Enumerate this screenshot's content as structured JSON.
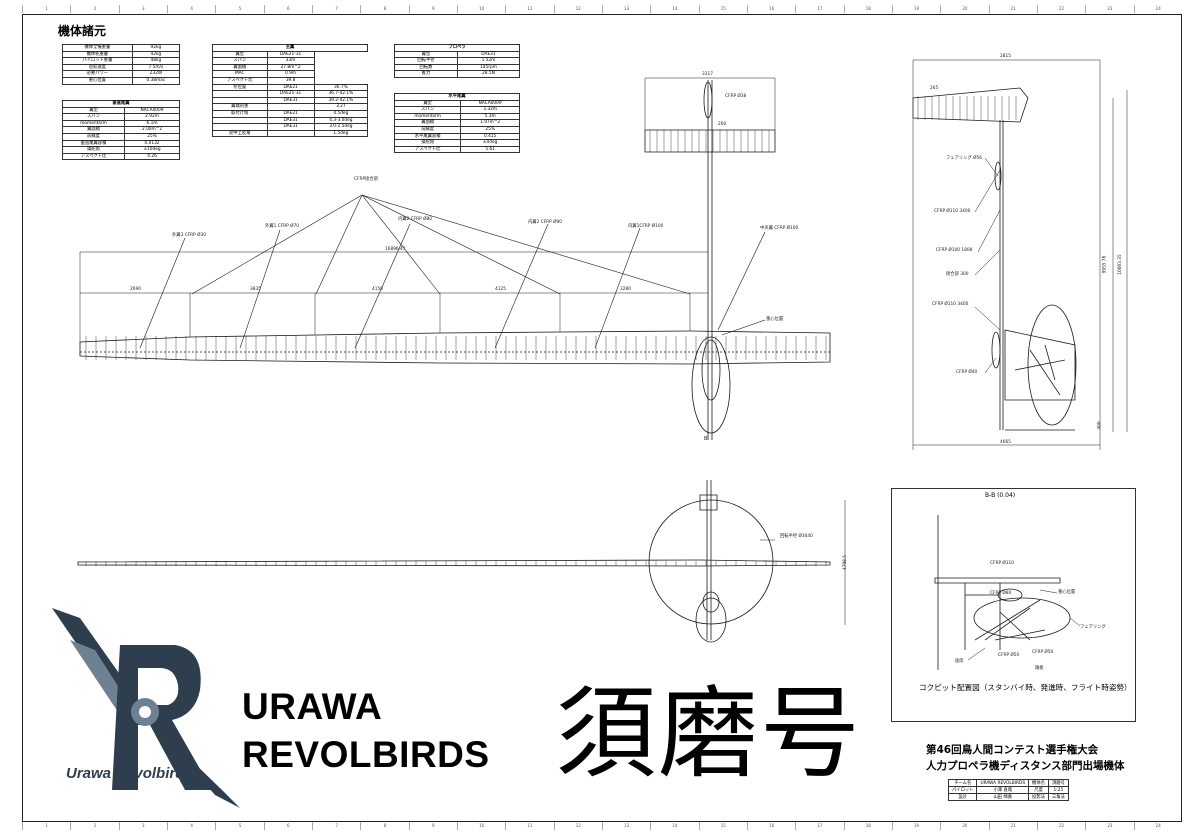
{
  "specs_title": "機体諸元",
  "table_aircraft": [
    [
      "機体全備重量",
      "92kg"
    ],
    [
      "機体乾重量",
      "42kg"
    ],
    [
      "パイロット重量",
      "48kg"
    ],
    [
      "巡航速度",
      "7.5m/s"
    ],
    [
      "必要パワー",
      "232W"
    ],
    [
      "重心位置",
      "0.38mac"
    ]
  ],
  "table_vtail": {
    "header": "垂直尾翼",
    "rows": [
      [
        "翼型",
        "NACA0009"
      ],
      [
        "スパン",
        "2.92m"
      ],
      [
        "momentarm",
        "6.1m"
      ],
      [
        "翼面積",
        "2.00m^2"
      ],
      [
        "前縁度",
        "25%"
      ],
      [
        "垂直尾翼容積",
        "0.0132"
      ],
      [
        "操舵角",
        "±10deg"
      ],
      [
        "アスペクト比",
        "4.26"
      ]
    ]
  },
  "table_mainwing": {
    "header": "主翼",
    "rows": [
      [
        "翼型",
        "DAE21-31"
      ],
      [
        "スパン",
        "33m"
      ],
      [
        "翼面積",
        "27.8m^2"
      ],
      [
        "MAC",
        "0.9m"
      ],
      [
        "アスペクト比",
        "39.8"
      ],
      [
        "桁位置",
        "DAE21",
        "36.7%"
      ],
      [
        "",
        "DAE21-31",
        "36.7-42.1%"
      ],
      [
        "",
        "DAE31",
        "39.2-42.1%"
      ],
      [
        "翼端荷重",
        "",
        "3.27"
      ],
      [
        "取付け角",
        "DAE21",
        "4.5deg"
      ],
      [
        "",
        "DAE31",
        "4.3-3.0deg"
      ],
      [
        "",
        "DAE31",
        "3.0-2.5deg"
      ],
      [
        "迎中上反角",
        "",
        "1.5deg"
      ]
    ]
  },
  "table_propeller": {
    "header": "プロペラ",
    "rows": [
      [
        "翼型",
        "DAE31"
      ],
      [
        "回転半径",
        "1.52m"
      ],
      [
        "回転数",
        "145rpm"
      ],
      [
        "推力",
        "28.5N"
      ]
    ]
  },
  "table_htail": {
    "header": "水平尾翼",
    "rows": [
      [
        "翼型",
        "NACA0009"
      ],
      [
        "スパン",
        "3.32m"
      ],
      [
        "momentarm",
        "5.3m"
      ],
      [
        "翼面積",
        "1.97m^2"
      ],
      [
        "前縁度",
        "25%"
      ],
      [
        "水平尾翼容積",
        "0.415"
      ],
      [
        "操舵角",
        "±0deg"
      ],
      [
        "アスペクト比",
        "5.61"
      ]
    ]
  },
  "drawing_labels": {
    "cfrp_joint": "CFRP接合部",
    "outer3": "外翼3 CFRP Ø30",
    "outer1": "外翼1 CFRP Ø70",
    "inner2": "内翼2 CFRP Ø80",
    "inner2b": "内翼2 CFRP Ø90",
    "inner1": "内翼1CFRP Ø100",
    "center": "中央翼 CFRP Ø100",
    "cg": "重心位置",
    "span_total": "16896.47",
    "seg1": "2690",
    "seg2": "3835",
    "seg3": "4150",
    "seg4": "4125",
    "seg5": "3280",
    "tail_span": "3317",
    "tail_dim": "260",
    "prop_label": "CFRP Ø38",
    "section_b": "B",
    "prop_circle": "回転半径 Ø3040",
    "height_dim": "4798.5",
    "side_top_dim": "2815",
    "side_small": "265",
    "fairing": "フェアリング Ø56",
    "side_cfrp1": "CFRP Ø110 3400",
    "side_cfrp2": "CFRP Ø100 1808",
    "side_joint": "接合部 300",
    "side_cfrp3": "CFRP Ø110 3400",
    "side_cfrp4": "CFRP Ø40",
    "side_height1": "9955.76",
    "side_height2": "10003.35",
    "side_bottom": "4665",
    "side_small2": "400"
  },
  "cockpit": {
    "section_title": "B-B (0.04)",
    "caption": "コクピット配置図（スタンバイ時、発進時、フライト時姿勢）",
    "cfrp_top": "CFRP Ø110",
    "cfrp_mid": "CFRP Ø80",
    "cg": "重心位置",
    "fairing": "フェアリング",
    "seat": "座席",
    "cfrp_low1": "CFRP Ø50",
    "cfrp_low2": "CFRP Ø50",
    "pedal": "踏板"
  },
  "brand": {
    "line1": "URAWA",
    "line2": "REVOLBIRDS",
    "kanji": "須磨号",
    "logo_text": "Urawa Revolbirds",
    "logo_letter": "R"
  },
  "event": {
    "line1": "第46回鳥人間コンテスト選手権大会",
    "line2": "人力プロペラ機ディスタンス部門出場機体"
  },
  "title_block": [
    [
      "チーム名",
      "URAWA REVOLBIRDS",
      "機体名",
      "須磨号"
    ],
    [
      "パイロット",
      "小澤 直哉",
      "尺度",
      "1:25"
    ],
    [
      "設計",
      "山田 晴真",
      "投影法",
      "三角法"
    ]
  ],
  "colors": {
    "line": "#1a1a1a",
    "logo_dark": "#2f3e4e",
    "logo_light": "#6d8192"
  }
}
